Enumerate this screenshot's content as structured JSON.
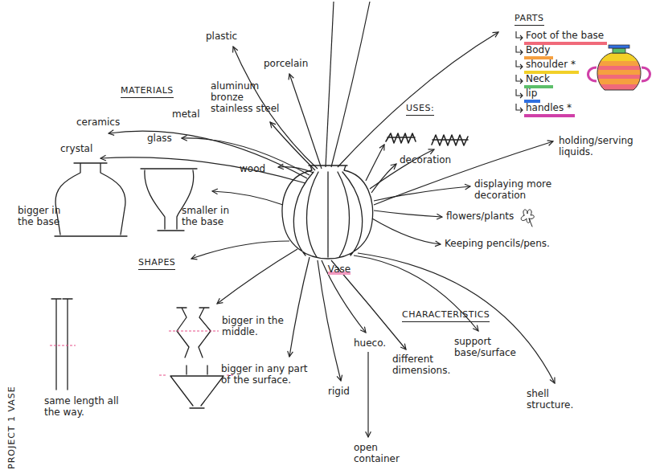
{
  "diagram": {
    "title": "PROJECT 1 VASE",
    "nodes": [
      {
        "text": [
          "Vase"
        ]
      }
    ],
    "labels": [
      "PARTS",
      "USES:",
      "decoration",
      "displaying more decoration",
      "holding/serving liquids.",
      "flowers/plants",
      "Keeping pencils/pens.",
      "CHARACTERISTICS",
      "support base/surface",
      "shell structure.",
      "different dimensions.",
      "hueco.",
      "open container",
      "rigid",
      "plastic",
      "porcelain",
      "MATERIALS",
      "aluminum bronze stainless steel",
      "metal",
      "ceramics",
      "glass",
      "crystal",
      "wood",
      "bigger in the base",
      "smaller in the base",
      "SHAPES",
      "same length all the way.",
      "bigger in the middle.",
      "bigger in any part of the surface."
    ],
    "legend": [
      {
        "text": "Foot of the base",
        "color": "#f06a7a"
      },
      {
        "text": "Body",
        "color": "#f5a040"
      },
      {
        "text": "shoulder *",
        "color": "#f2d028"
      },
      {
        "text": "Neck",
        "color": "#5cbf6a"
      },
      {
        "text": "lip",
        "color": "#2f6fe0"
      },
      {
        "text": "handles *",
        "color": "#d040a8"
      }
    ]
  }
}
